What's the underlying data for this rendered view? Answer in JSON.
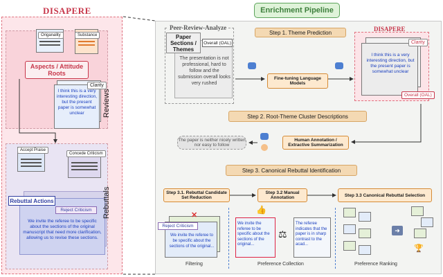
{
  "left": {
    "title": "DISAPERE",
    "tags": {
      "originality": "Origanality",
      "substance": "Substance"
    },
    "aspects": "Aspects / Attitude Roots",
    "clarity": "Clarity",
    "review_quote": "I think this is a very interesting direction, but the present paper is somewhat unclear",
    "reviews_label": "Reviews",
    "accept_praise": "Accept Praise",
    "concede_criticism": "Concede Criticism",
    "rebuttal_actions": "Rebuttal Actions",
    "reject_criticism": "Reject Criticism",
    "rebuttal_quote": "We invite the referee to be specific about the sections of the original manuscript that need more clarification, allowing us to revise these sections.",
    "rebuttals_label": "Rebuttals"
  },
  "pipeline": {
    "title": "Enrichment Pipeline",
    "pra_title": "Peer-Review-Analyze",
    "paper_sections": "Paper Sections / Themes",
    "overall_oal": "Overall (OAL)",
    "pra_quote": "The presentation is not professional, hard to follow and the submission overall looks very rushed",
    "step1": "Step 1. Theme Prediction",
    "finetune": "Fine-tuning Language Models",
    "disapere": "DISAPERE",
    "clarity": "Clarity",
    "d_quote": "I think this is a very interesting direction, but the present paper is somewhat unclear",
    "step2": "Step 2. Root-Theme Cluster Descriptions",
    "human_annotation": "Human Annotation / Extractive Summarization",
    "summary": "The paper is neither nicely written nor easy to follow",
    "step3": "Step 3. Canonical Rebuttal Identification",
    "step31": "Step 3.1. Rebuttal Candidate Set Reduction",
    "step32": "Step 3.2 Manual Annotation",
    "step33": "Step 3.3 Canonical Rebuttal Selection",
    "reject_criticism": "Reject Criticism",
    "filter_quote": "We invite the referee to be specific about the sections of the original...",
    "pc_quote": "We invite the referee to be specific about the sections of the original...",
    "pc_quote2": "The referee indicates that the paper is in sharp contrast to the acad...",
    "filtering": "Filtering",
    "preference_collection": "Preference Collection",
    "preference_ranking": "Preference Ranking"
  },
  "colors": {
    "pink": "#c7364a",
    "green": "#5ba35a",
    "orange": "#d58a35",
    "blue": "#1a3fbf"
  }
}
